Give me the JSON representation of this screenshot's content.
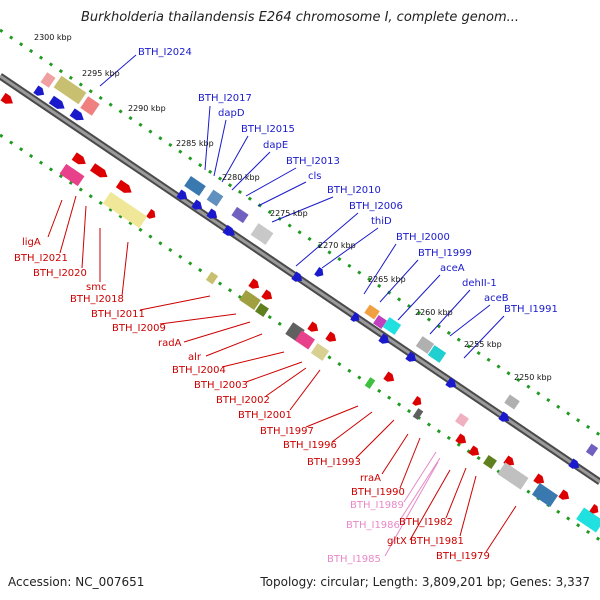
{
  "title": "Burkholderia thailandensis E264 chromosome I, complete genom...",
  "footer": {
    "accession": "Accession: NC_007651",
    "topology": "Topology: circular; Length: 3,809,201 bp; Genes: 3,337"
  },
  "colors": {
    "backbone": "#7a7a7a",
    "forward_strand": "#1a1acc",
    "reverse_strand": "#cc0000",
    "pseudo_label": "#e888c8",
    "scale_dots": "#229922"
  },
  "scale_labels": [
    "2300 kbp",
    "2295 kbp",
    "2290 kbp",
    "2285 kbp",
    "2280 kbp",
    "2275 kbp",
    "2270 kbp",
    "2265 kbp",
    "2260 kbp",
    "2255 kbp",
    "2250 kbp"
  ],
  "top_labels": [
    "BTH_I2024",
    "BTH_I2017",
    "dapD",
    "BTH_I2015",
    "dapE",
    "BTH_I2013",
    "cls",
    "BTH_I2010",
    "BTH_I2006",
    "thiD",
    "BTH_I2000",
    "BTH_I1999",
    "aceA",
    "dehII-1",
    "aceB",
    "BTH_I1991"
  ],
  "bottom_labels": [
    "ligA",
    "BTH_I2021",
    "BTH_I2020",
    "smc",
    "BTH_I2018",
    "BTH_I2011",
    "BTH_I2009",
    "radA",
    "alr",
    "BTH_I2004",
    "BTH_I2003",
    "BTH_I2002",
    "BTH_I2001",
    "BTH_I1997",
    "BTH_I1996",
    "BTH_I1993",
    "rraA",
    "BTH_I1990",
    "BTH_I1989",
    "BTH_I1986",
    "BTH_I1982",
    "gltX",
    "BTH_I1981",
    "BTH_I1985",
    "BTH_I1979"
  ],
  "pseudo_labels": [
    "BTH_I1989",
    "BTH_I1986",
    "BTH_I1985"
  ]
}
